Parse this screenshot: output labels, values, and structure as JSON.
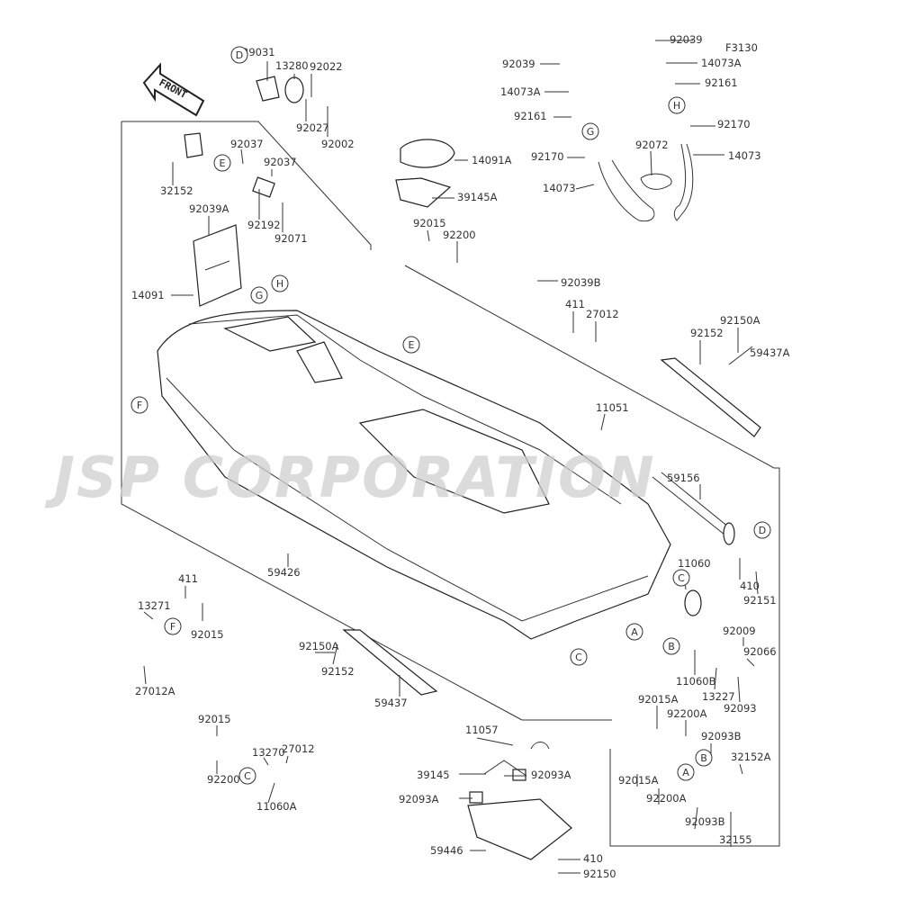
{
  "diagram_code": "F3130",
  "watermark": "JSP CORPORATION",
  "front_label": "FRONT",
  "labels": [
    "39031",
    "13280",
    "92022",
    "92027",
    "92002",
    "32152",
    "92037",
    "92037",
    "92192",
    "92071",
    "92039A",
    "14091",
    "14091A",
    "39145A",
    "92015",
    "92200",
    "92039",
    "14073A",
    "92161",
    "92170",
    "14073",
    "92072",
    "92039",
    "14073A",
    "92161",
    "92170",
    "14073",
    "92039B",
    "411",
    "27012",
    "92152",
    "92150A",
    "59437A",
    "11051",
    "59156",
    "410",
    "92151",
    "11060",
    "92009",
    "92066",
    "11060B",
    "13227",
    "92093",
    "59426",
    "411",
    "13271",
    "92015",
    "27012A",
    "92150A",
    "92152",
    "59437",
    "11057",
    "92015",
    "13270",
    "27012",
    "92200",
    "11060A",
    "92015A",
    "92200A",
    "92093B",
    "32152A",
    "92015A",
    "92200A",
    "92093B",
    "32155",
    "39145",
    "92093A",
    "92093A",
    "59446",
    "410",
    "92150"
  ],
  "callouts": [
    "D",
    "E",
    "G",
    "H",
    "F",
    "G",
    "H",
    "E",
    "D",
    "C",
    "C",
    "A",
    "B",
    "F",
    "C",
    "B",
    "A"
  ]
}
